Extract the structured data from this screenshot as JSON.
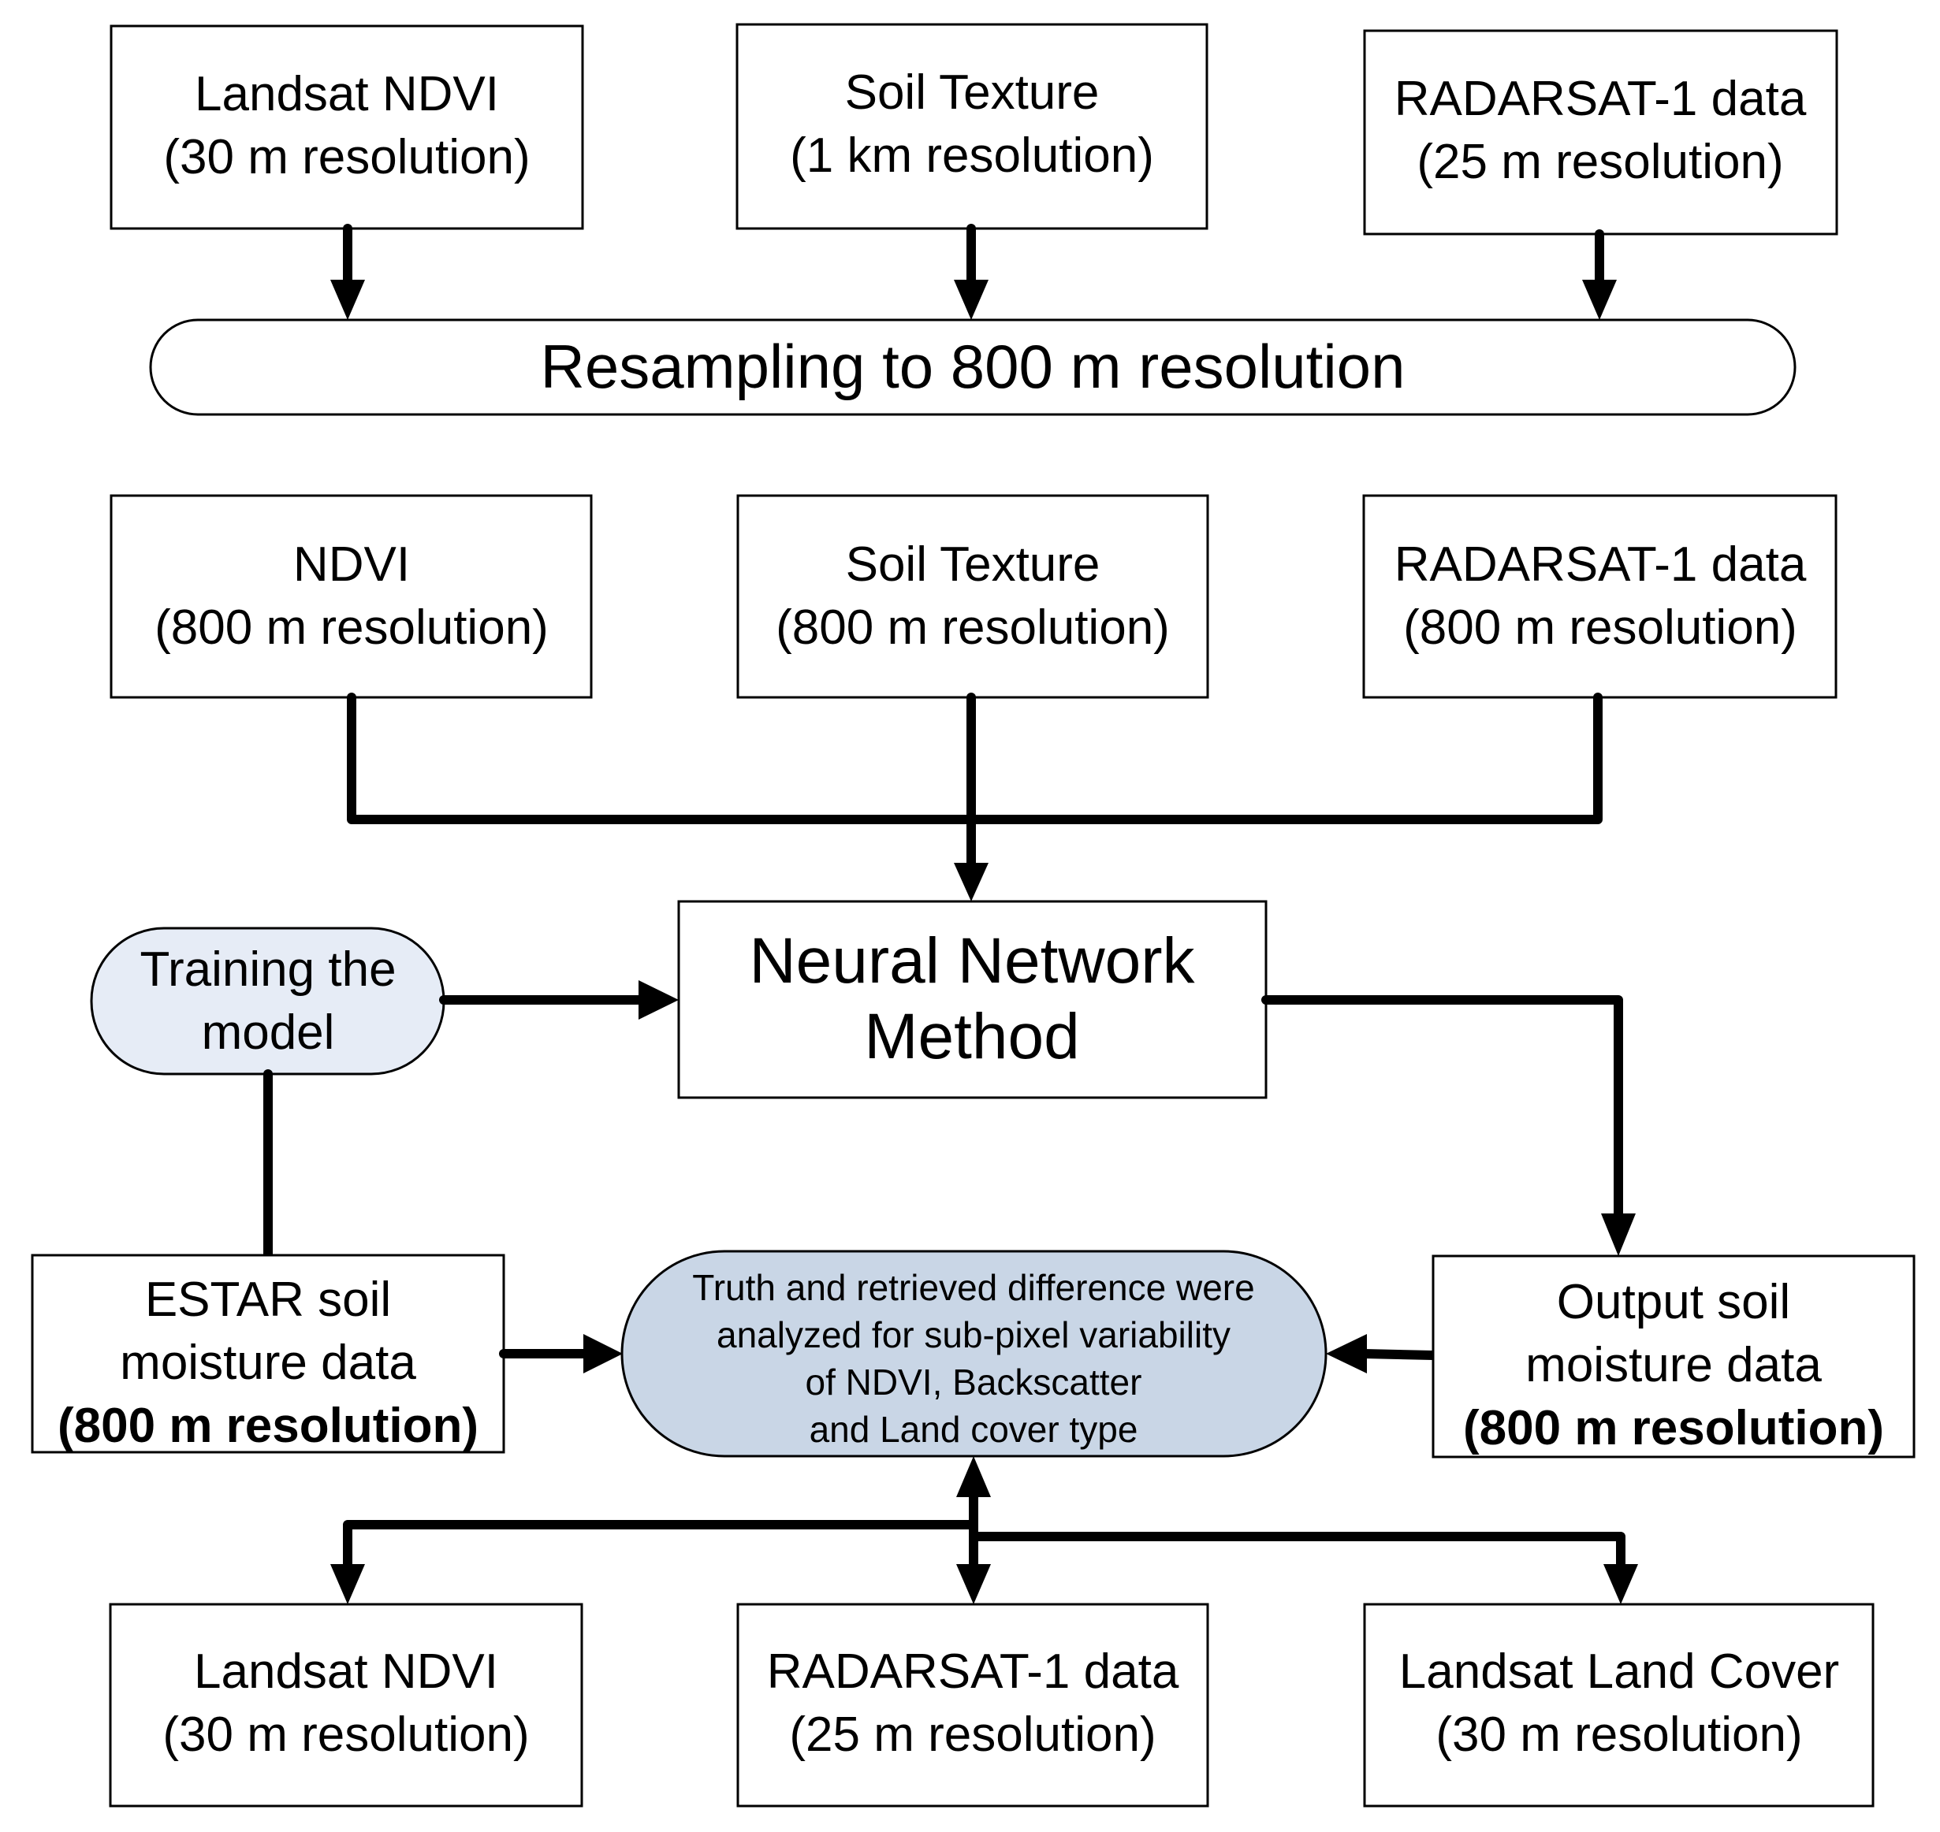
{
  "diagram": {
    "colors": {
      "training_fill": "#E6ECF6",
      "analysis_fill": "#C9D6E6",
      "line": "#000000"
    },
    "top_row": [
      {
        "title": "Landsat NDVI",
        "subtitle": "(30 m resolution)"
      },
      {
        "title": "Soil Texture",
        "subtitle": "(1 km resolution)"
      },
      {
        "title": "RADARSAT-1 data",
        "subtitle": "(25 m resolution)"
      }
    ],
    "resampling": {
      "label": "Resampling to 800 m resolution"
    },
    "mid_row": [
      {
        "title": "NDVI",
        "subtitle": "(800 m resolution)"
      },
      {
        "title": "Soil Texture",
        "subtitle": "(800 m resolution)"
      },
      {
        "title": "RADARSAT-1 data",
        "subtitle": "(800 m resolution)"
      }
    ],
    "neural_network": {
      "line1": "Neural Network",
      "line2": "Method"
    },
    "training": {
      "line1": "Training the",
      "line2": "model"
    },
    "estar": {
      "line1": "ESTAR soil",
      "line2": "moisture data",
      "line3": "(800 m resolution)"
    },
    "output": {
      "line1": "Output soil",
      "line2": "moisture data",
      "line3": "(800 m resolution)"
    },
    "analysis": {
      "lines": [
        "Truth and retrieved difference were",
        "analyzed for sub-pixel variability",
        "of NDVI, Backscatter",
        "and Land cover type"
      ]
    },
    "bottom_row": [
      {
        "title": "Landsat NDVI",
        "subtitle": "(30 m resolution)"
      },
      {
        "title": "RADARSAT-1 data",
        "subtitle": "(25 m resolution)"
      },
      {
        "title": "Landsat Land Cover",
        "subtitle": "(30 m resolution)"
      }
    ]
  }
}
